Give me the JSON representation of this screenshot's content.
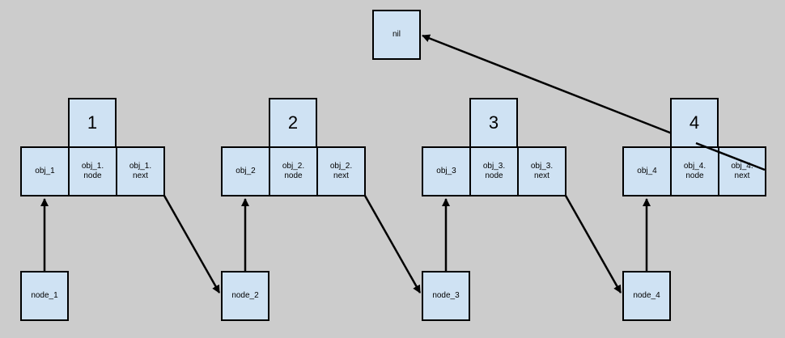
{
  "nil_label": "nil",
  "groups": [
    {
      "number": "1",
      "obj": "obj_1",
      "node_field": "obj_1.\nnode",
      "next_field": "obj_1.\nnext",
      "node": "node_1"
    },
    {
      "number": "2",
      "obj": "obj_2",
      "node_field": "obj_2.\nnode",
      "next_field": "obj_2.\nnext",
      "node": "node_2"
    },
    {
      "number": "3",
      "obj": "obj_3",
      "node_field": "obj_3.\nnode",
      "next_field": "obj_3.\nnext",
      "node": "node_3"
    },
    {
      "number": "4",
      "obj": "obj_4",
      "node_field": "obj_4.\nnode",
      "next_field": "obj_4.\nnext",
      "node": "node_4"
    }
  ],
  "colors": {
    "background": "#cccccc",
    "box_fill": "#cfe2f3",
    "stroke": "#000000"
  }
}
